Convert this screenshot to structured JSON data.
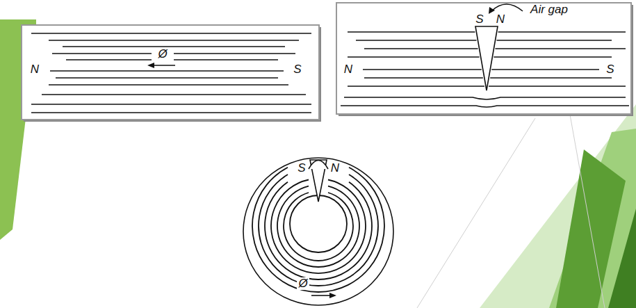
{
  "diagram": {
    "labels": [
      "N",
      "Ø",
      "S",
      "S",
      "N",
      "Air gap",
      "N",
      "S",
      "S",
      "N",
      "Ø"
    ]
  }
}
